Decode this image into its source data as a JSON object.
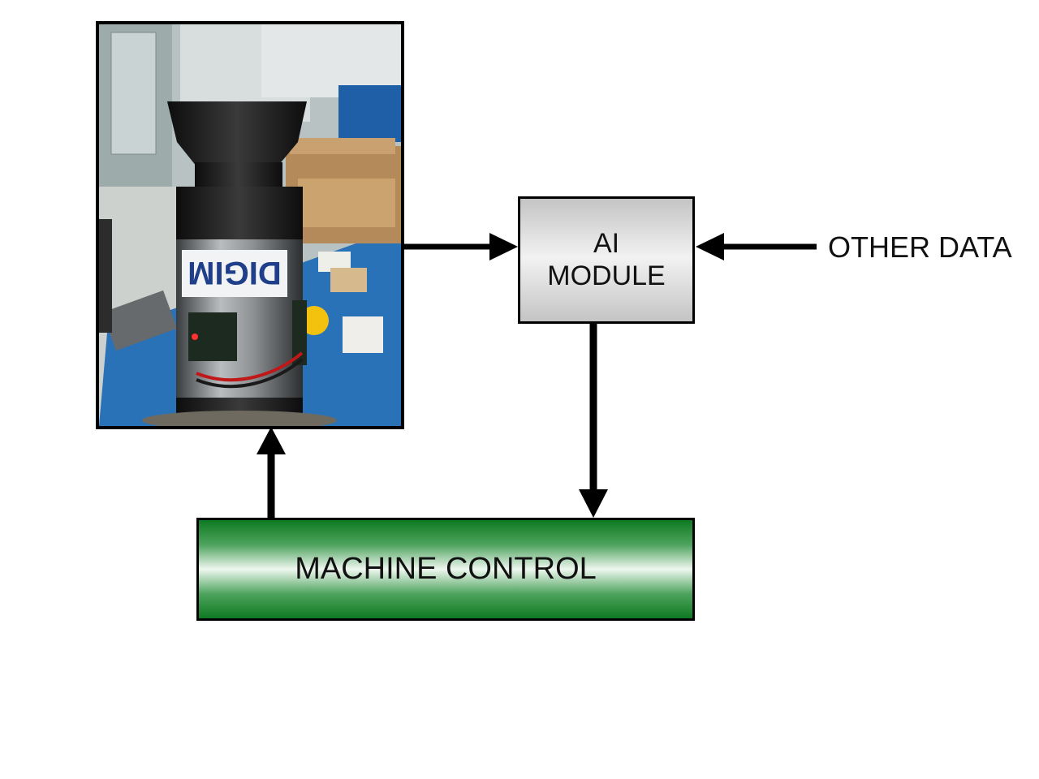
{
  "nodes": {
    "ai_module": {
      "line1": "AI",
      "line2": "MODULE"
    },
    "machine_control": {
      "label": "MACHINE CONTROL"
    },
    "other_data": {
      "label": "OTHER DATA"
    }
  },
  "photo": {
    "sticker_text": "DIGIM",
    "colors": {
      "background": "#9aa7a5",
      "floor": "#c7ccc9",
      "table": "#2a72b8",
      "tool_body": "#8e9294",
      "tool_black": "#1a1a1a"
    }
  },
  "colors": {
    "ai_module_fill": "#dcdcdc",
    "machine_control_fill": "#2e8b3f",
    "stroke": "#000000"
  },
  "edges": [
    {
      "from": "photo",
      "to": "ai_module"
    },
    {
      "from": "other_data",
      "to": "ai_module"
    },
    {
      "from": "ai_module",
      "to": "machine_control"
    },
    {
      "from": "machine_control",
      "to": "photo"
    }
  ]
}
